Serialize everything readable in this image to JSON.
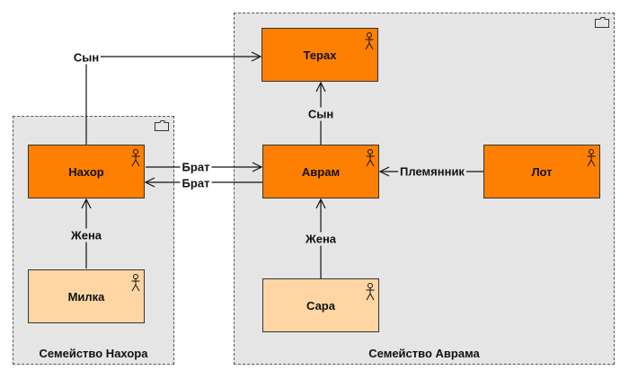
{
  "colors": {
    "strong_person": "#ff8000",
    "light_person": "#ffd6a3",
    "package_fill": "#e5e5e5",
    "line": "#111111"
  },
  "packages": {
    "nahor_family": {
      "label": "Семейство Нахора",
      "icon": "folder-icon"
    },
    "avram_family": {
      "label": "Семейство Аврама",
      "icon": "folder-icon"
    }
  },
  "persons": {
    "terah": "Терах",
    "nahor": "Нахор",
    "avram": "Аврам",
    "lot": "Лот",
    "milka": "Милка",
    "sara": "Сара"
  },
  "relations": {
    "nahor_to_terah": "Сын",
    "avram_to_terah": "Сын",
    "nahor_to_avram": "Брат",
    "avram_to_nahor": "Брат",
    "lot_to_avram": "Племянник",
    "milka_to_nahor": "Жена",
    "sara_to_avram": "Жена"
  }
}
